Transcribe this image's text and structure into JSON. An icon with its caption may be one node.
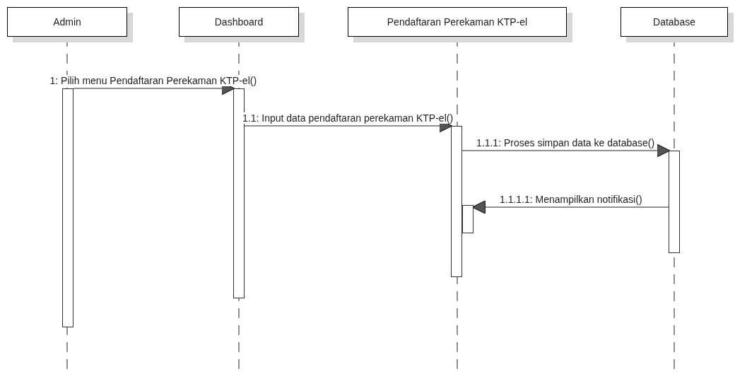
{
  "diagram": {
    "nodes": [
      {
        "text": [
          "Admin"
        ]
      },
      {
        "text": [
          "Dashboard"
        ]
      },
      {
        "text": [
          "Pendaftaran Perekaman KTP-el"
        ]
      },
      {
        "text": [
          "Database"
        ]
      },
      {
        "text": [],
        "shape": "bar"
      },
      {
        "text": [],
        "shape": "bar"
      },
      {
        "text": [],
        "shape": "bar"
      },
      {
        "text": [],
        "shape": "bar"
      },
      {
        "text": [],
        "shape": "bar"
      }
    ],
    "edges": [
      {
        "from": 4,
        "to": 5,
        "arrow": "to",
        "label": "1: Pilih menu Pendaftaran Perekaman KTP-el()"
      },
      {
        "from": 5,
        "to": 6,
        "arrow": "to",
        "label": "1.1: Input data pendaftaran perekaman KTP-el()"
      },
      {
        "from": 6,
        "to": 8,
        "arrow": "to",
        "label": "1.1.1: Proses simpan data ke database()"
      },
      {
        "from": 8,
        "to": 7,
        "arrow": "to",
        "label": "1.1.1.1: Menampilkan notifikasi()"
      }
    ]
  }
}
